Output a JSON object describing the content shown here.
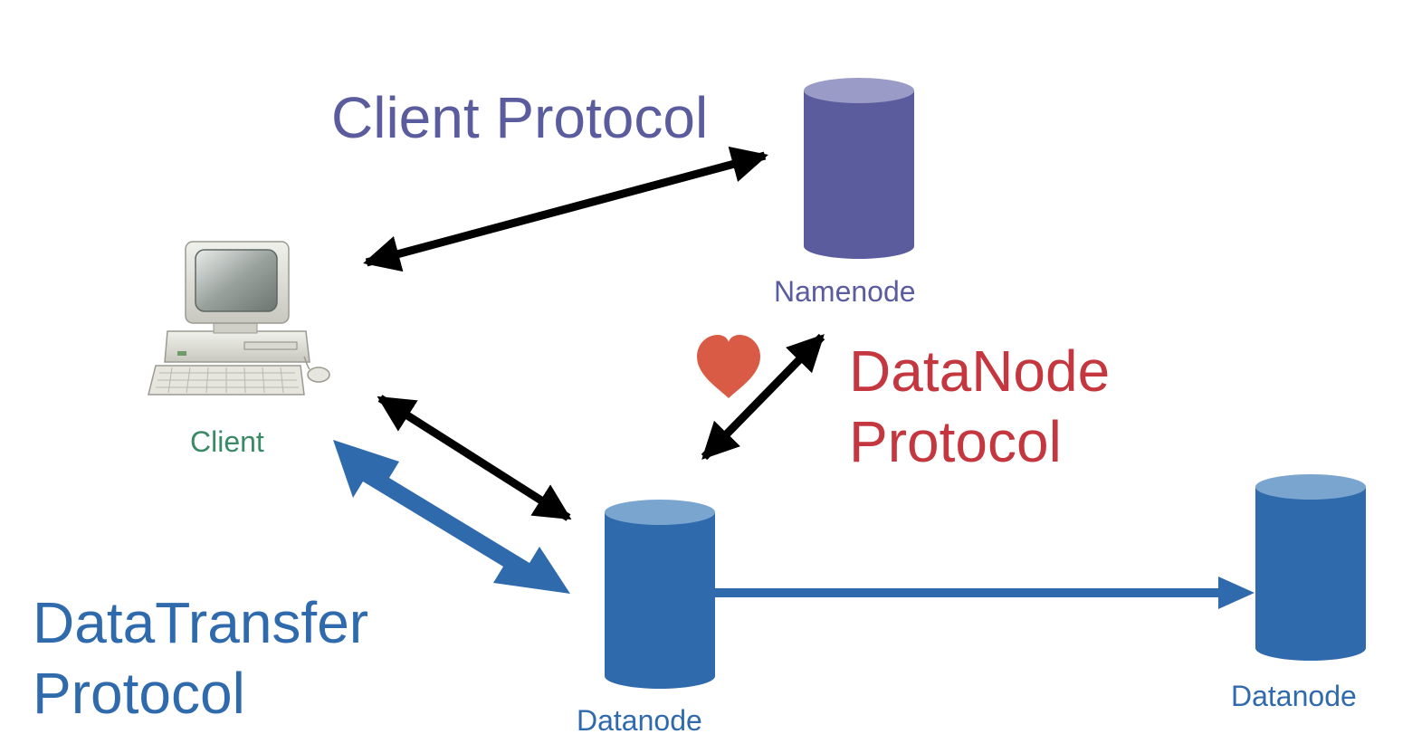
{
  "colors": {
    "namenode": "#5a5c9e",
    "namenode_top": "#9a9cc7",
    "datanode": "#2f6aad",
    "datanode_top": "#7aa5cf",
    "client_label": "#3b8a66",
    "datanode_protocol": "#c4373f",
    "heart": "#d95b45",
    "arrow_black": "#000000"
  },
  "labels": {
    "client_protocol": "Client Protocol",
    "namenode": "Namenode",
    "client": "Client",
    "datanode_protocol_line1": "DataNode",
    "datanode_protocol_line2": "Protocol",
    "datatransfer_line1": "DataTransfer",
    "datatransfer_line2": "Protocol",
    "datanode_primary": "Datanode",
    "datanode_secondary": "Datanode"
  },
  "icons": {
    "client": "desktop-computer-icon",
    "heartbeat": "heart-icon"
  }
}
